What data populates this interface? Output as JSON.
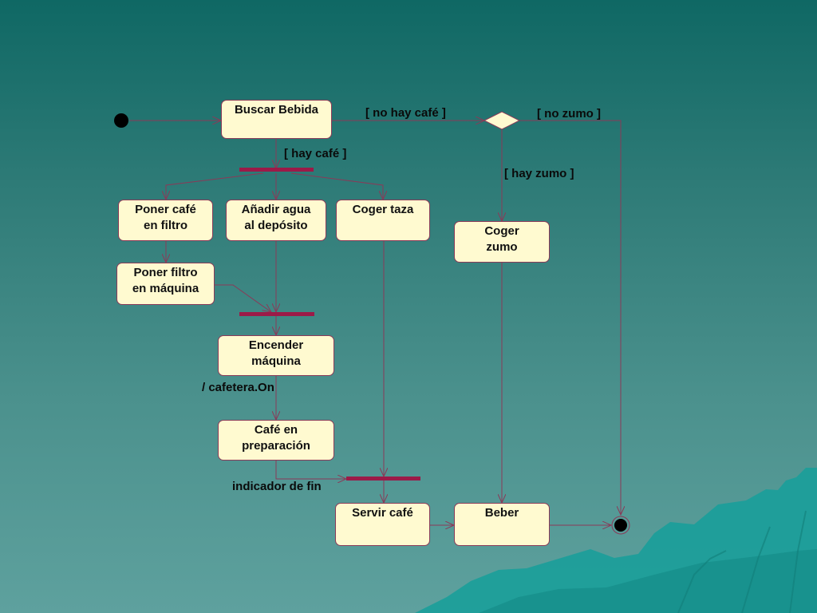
{
  "colors": {
    "background_top": "#0f6864",
    "background_bottom": "#5ea19e",
    "node_fill": "#fffad0",
    "node_border": "#8a3a58",
    "flow_line": "#8a3a58",
    "sync_bar": "#9c1a48",
    "mountain": "#1a9e9a"
  },
  "actions": {
    "buscar_bebida": "Buscar Bebida",
    "poner_cafe_filtro": "Poner café\nen filtro",
    "anadir_agua": "Añadir agua\nal depósito",
    "coger_taza": "Coger taza",
    "coger_zumo": "Coger\nzumo",
    "poner_filtro_maquina": "Poner filtro\nen máquina",
    "encender_maquina": "Encender\nmáquina",
    "cafe_preparacion": "Café en\npreparación",
    "servir_cafe": "Servir café",
    "beber": "Beber"
  },
  "guards": {
    "no_hay_cafe": "[ no hay café ]",
    "no_zumo": "[ no zumo ]",
    "hay_cafe": "[ hay café ]",
    "hay_zumo": "[ hay zumo ]"
  },
  "events": {
    "cafetera_on": "/ cafetera.On",
    "indicador_fin": "indicador de fin"
  },
  "icons": {
    "initial": "initial-node-icon",
    "final": "final-node-icon",
    "decision": "decision-diamond-icon",
    "bar": "sync-bar-icon"
  }
}
